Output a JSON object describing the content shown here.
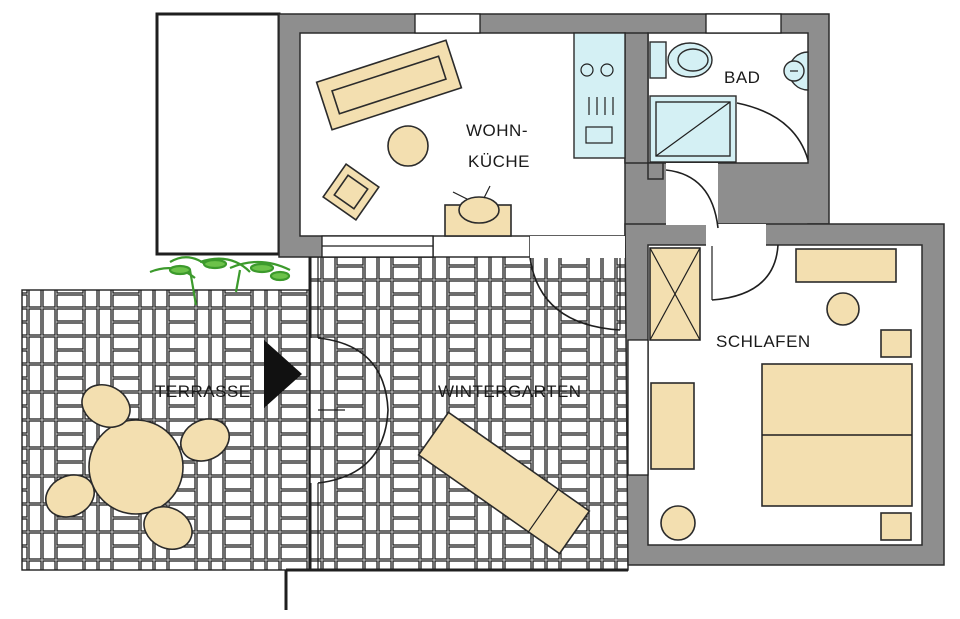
{
  "floor_plan": {
    "rooms": {
      "wohnkueche_line1": "WOHN-",
      "wohnkueche_line2": "KÜCHE",
      "bad": "BAD",
      "schlafen": "SCHLAFEN",
      "terrasse": "TERRASSE",
      "wintergarten": "WINTERGARTEN"
    },
    "colors": {
      "wall": "#8e8e8e",
      "furniture": "#f3dfb0",
      "fixtures": "#d4f0f4",
      "plant": "#3c9a2c",
      "paving_line": "#1f1f1f"
    },
    "icons": [
      "entrance-arrow-icon",
      "plant-icon",
      "tv-icon",
      "toilet-icon",
      "sink-icon",
      "shower-icon",
      "stove-icon"
    ]
  }
}
